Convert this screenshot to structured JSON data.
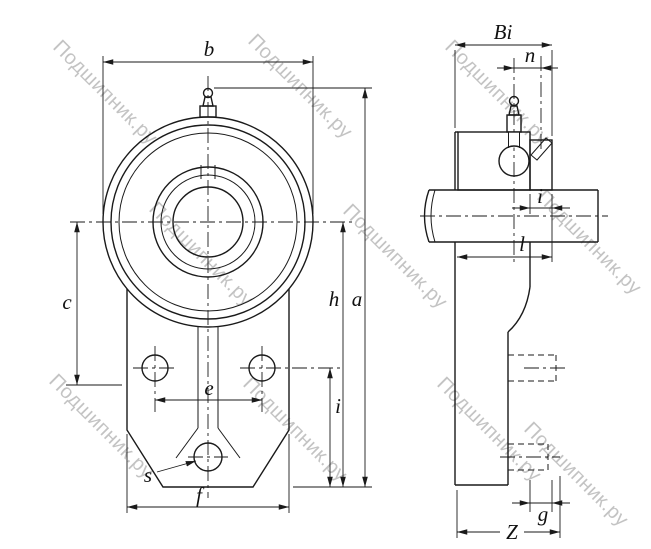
{
  "watermark": {
    "text": "Подшипник.ру"
  },
  "colors": {
    "line": "#1a1a1a",
    "watermark": "#b5b5b5",
    "background": "#ffffff"
  },
  "front_view": {
    "dims": {
      "b": "b",
      "c": "c",
      "e": "e",
      "s": "s",
      "f": "f",
      "h": "h",
      "a": "a",
      "i": "i"
    }
  },
  "side_view": {
    "dims": {
      "Bi": "Bi",
      "n": "n",
      "i": "i",
      "l": "l",
      "g": "g",
      "Z": "Z"
    }
  }
}
